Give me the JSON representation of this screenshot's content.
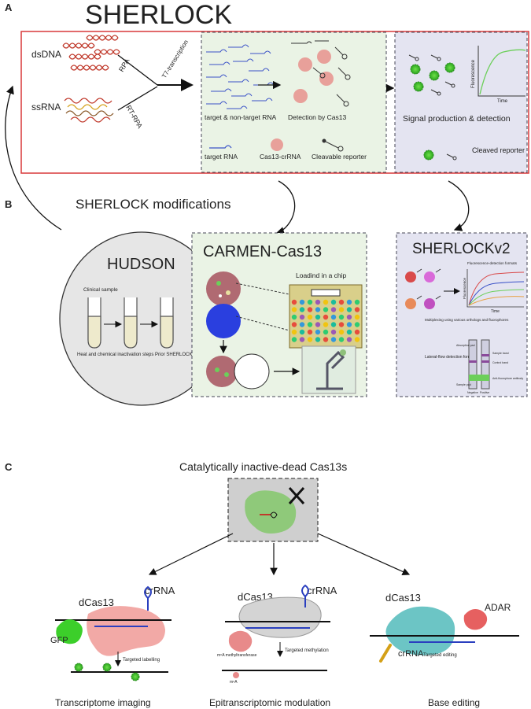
{
  "panel_a": {
    "letter": "A",
    "title": "SHERLOCK",
    "dsdna": "dsDNA",
    "ssrna": "ssRNA",
    "rpa": "RPA",
    "rt_rpa": "RT-RPA",
    "t7": "T7-transcription",
    "target_nontarget": "target & non-target RNA",
    "detection": "Detection by Cas13",
    "target_rna": "target RNA",
    "cas13_crrna": "Cas13-crRNA",
    "cleavable_reporter": "Cleavable reporter",
    "signal": "Signal production & detection",
    "cleaved_reporter": "Cleaved reporter",
    "plot_ylabel": "Fluorescence",
    "plot_xlabel": "Time"
  },
  "panel_b": {
    "letter": "B",
    "title": "SHERLOCK modifications",
    "hudson": {
      "title": "HUDSON",
      "clinical": "Clinical sample",
      "heat": "Heat and chemical inactivation steps Prior SHERLOCK"
    },
    "carmen": {
      "title": "CARMEN-Cas13",
      "chip": "Loadind in a chip"
    },
    "v2": {
      "title": "SHERLOCKv2",
      "fluor_format": "Fluorescence-detection formats",
      "fluorescence": "Fluorescence",
      "time": "Time",
      "multiplex": "Multiplexing using various orthologs and fluorophores",
      "lateral": "Lateral-flow detection formats",
      "absorption": "Absorption pad",
      "sample_band": "Sample band",
      "control_band": "Control band",
      "antifluor": "Anti-fluorophore antibody",
      "sample_pad": "Sample pad",
      "negative": "Negative",
      "positive": "Positive"
    }
  },
  "panel_c": {
    "letter": "C",
    "title": "Catalytically inactive-dead Cas13s",
    "imaging": {
      "dcas13": "dCas13",
      "crrna": "crRNA",
      "gfp": "GFP",
      "step": "Targeted labelling",
      "caption": "Transcriptome imaging"
    },
    "epi": {
      "dcas13": "dCas13",
      "crrna": "crRNA",
      "enzyme": "m⁶A methyltransferase",
      "step": "Targeted methylation",
      "mark": "m⁶A",
      "caption": "Epitranscriptomic modulation"
    },
    "base": {
      "dcas13": "dCas13",
      "adar": "ADAR",
      "crrna": "crRNA",
      "step": "Targeted editing",
      "caption": "Base editing"
    }
  },
  "colors": {
    "red_frame": "#d9383a",
    "green_fill": "#eaf3e5",
    "lavender_fill": "#e4e4f1",
    "dna_red": "#c0392b",
    "cas13_pink": "#e8a09a",
    "gfp_green": "#3ccf2a",
    "dcas13_teal": "#6cc5c5",
    "crrna_blue": "#2a3fbf"
  }
}
